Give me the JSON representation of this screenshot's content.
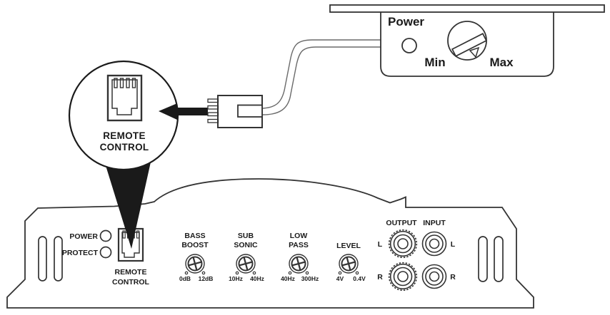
{
  "colors": {
    "line": "#333333",
    "ink": "#1a1a1a",
    "wire": "#6a6a6a"
  },
  "remote_unit": {
    "power_label": "Power",
    "min_label": "Min",
    "max_label": "Max"
  },
  "callout": {
    "label_line1": "REMOTE",
    "label_line2": "CONTROL"
  },
  "panel": {
    "power_led_label": "POWER",
    "protect_led_label": "PROTECT",
    "remote_jack_label_line1": "REMOTE",
    "remote_jack_label_line2": "CONTROL",
    "knobs": [
      {
        "label_line1": "BASS",
        "label_line2": "BOOST",
        "min": "0dB",
        "max": "12dB"
      },
      {
        "label_line1": "SUB",
        "label_line2": "SONIC",
        "min": "10Hz",
        "max": "40Hz"
      },
      {
        "label_line1": "LOW",
        "label_line2": "PASS",
        "min": "40Hz",
        "max": "300Hz"
      },
      {
        "label_line1": "LEVEL",
        "label_line2": "",
        "min": "4V",
        "max": "0.4V"
      }
    ],
    "rca": {
      "output_label": "OUTPUT",
      "input_label": "INPUT",
      "output_left": "L",
      "output_right": "R",
      "input_left": "L",
      "input_right": "R"
    }
  }
}
